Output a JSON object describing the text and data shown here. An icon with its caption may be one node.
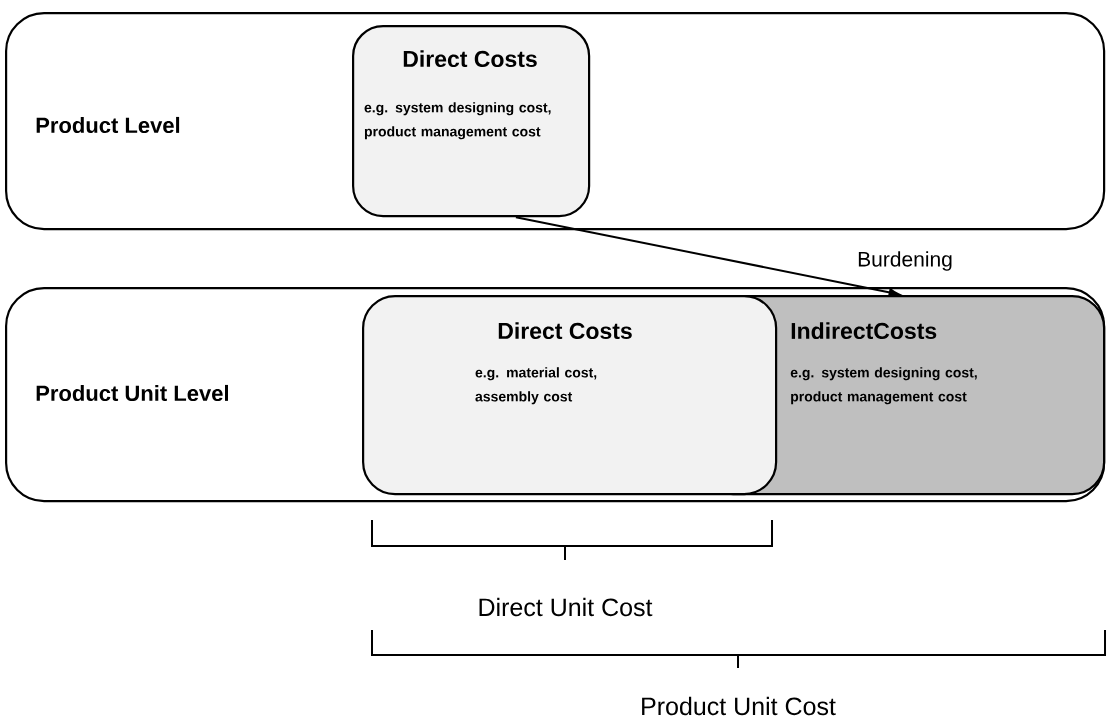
{
  "diagram": {
    "nodes": [
      {
        "text": [
          "Product Level"
        ]
      },
      {
        "text": [
          "Direct Costs",
          "e.g. system designing cost, product management cost"
        ],
        "in": 0
      },
      {
        "text": [
          "Product Unit Level"
        ]
      },
      {
        "text": [
          "Direct Costs",
          "e.g. material cost, assembly cost"
        ],
        "in": 2
      },
      {
        "text": [
          "IndirectCosts",
          "e.g. system designing cost, product management cost"
        ],
        "in": 2
      }
    ],
    "edges": [
      {
        "from": 1,
        "to": 4,
        "arrow": "to",
        "label": "Burdening"
      }
    ],
    "labels": [
      "Direct Unit Cost",
      "Product Unit Cost"
    ]
  }
}
